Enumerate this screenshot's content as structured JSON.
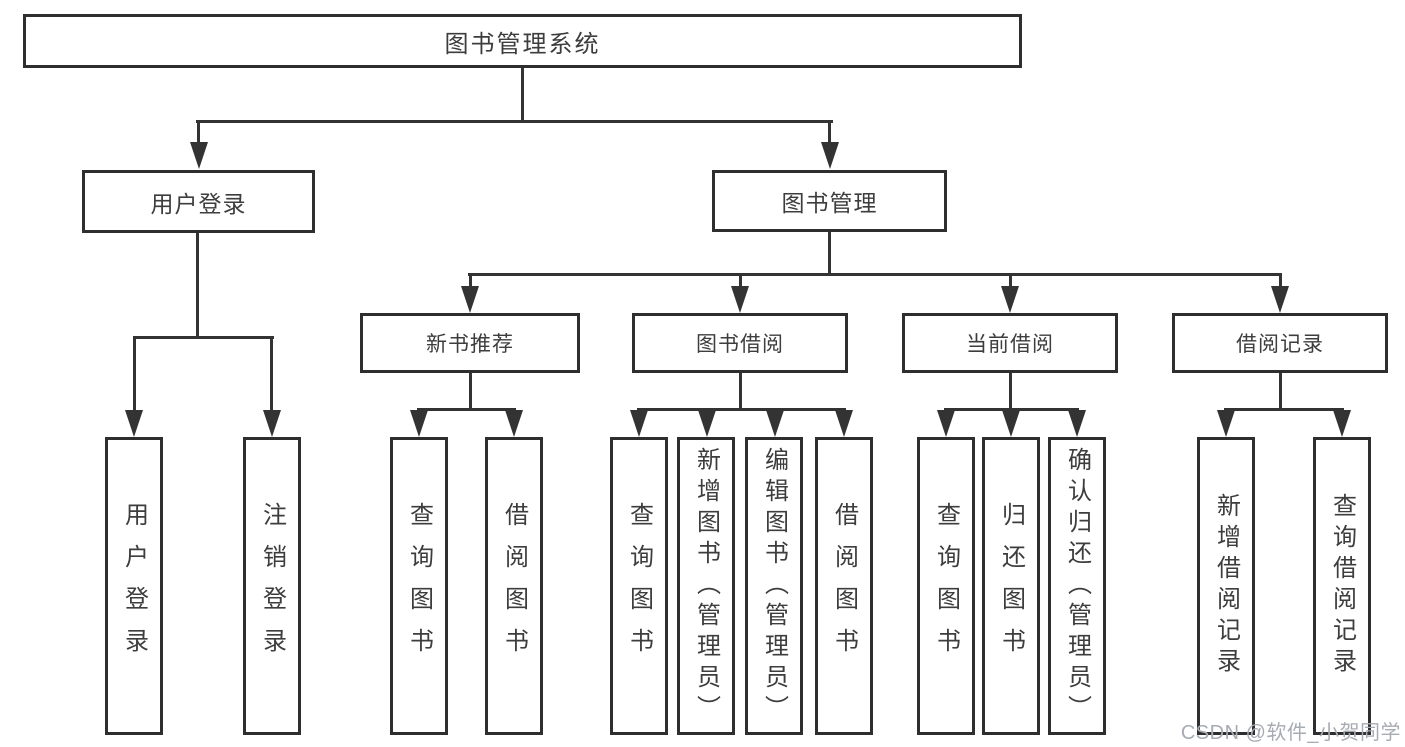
{
  "colors": {
    "background": "#ffffff",
    "line": "#333333",
    "box_border": "#2e2e2e",
    "text": "#3d3d3d",
    "watermark_text": "#a7abb2"
  },
  "nodes": {
    "root": "图书管理系统",
    "level2": [
      {
        "label": "用户登录"
      },
      {
        "label": "图书管理"
      }
    ],
    "level3": [
      {
        "label": "新书推荐"
      },
      {
        "label": "图书借阅"
      },
      {
        "label": "当前借阅"
      },
      {
        "label": "借阅记录"
      }
    ],
    "leaves": {
      "login": [
        "用户登录",
        "注销登录"
      ],
      "recommend": [
        "查询图书",
        "借阅图书"
      ],
      "borrow": [
        "查询图书",
        "新增图书（管理员）",
        "编辑图书（管理员）",
        "借阅图书"
      ],
      "current": [
        "查询图书",
        "归还图书",
        "确认归还（管理员）"
      ],
      "records": [
        "新增借阅记录",
        "查询借阅记录"
      ]
    }
  },
  "watermark": "CSDN @软件_小贺同学"
}
